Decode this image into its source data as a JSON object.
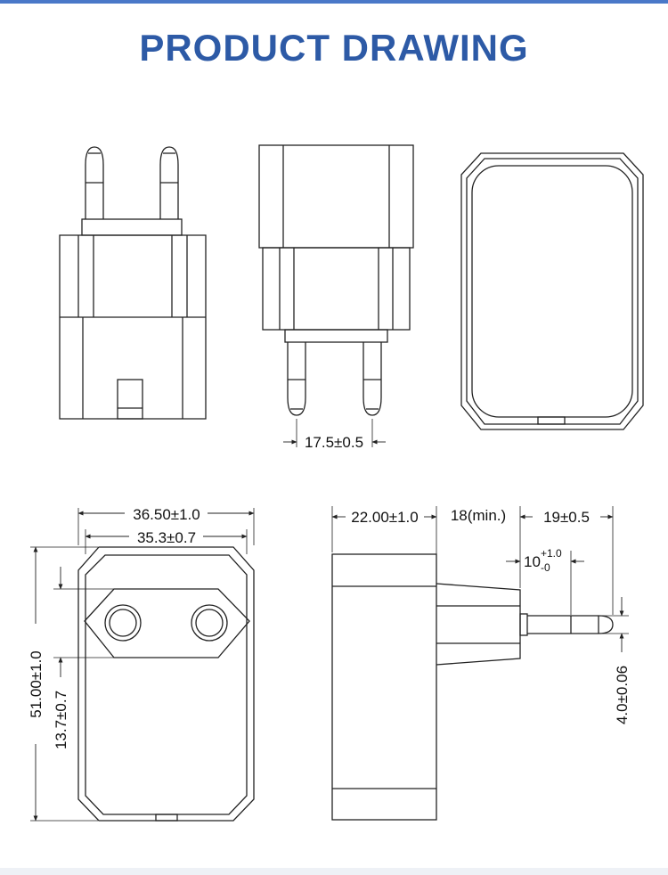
{
  "title": "PRODUCT DRAWING",
  "colors": {
    "title": "#2d5aa6",
    "line": "#222222",
    "accent_rule": "#4a78c8"
  },
  "dimensions": {
    "pin_pitch": "17.5±0.5",
    "overall_width": "36.50±1.0",
    "face_width": "35.3±0.7",
    "overall_height": "51.00±1.0",
    "socket_offset": "13.7±0.7",
    "body_depth": "22.00±1.0",
    "pin_min": "18(min.)",
    "pin_length": "19±0.5",
    "pin_tip_base": "10",
    "pin_tip_upper_tol": "+1.0",
    "pin_tip_lower_tol": "-0",
    "pin_diameter": "4.0±0.06"
  }
}
